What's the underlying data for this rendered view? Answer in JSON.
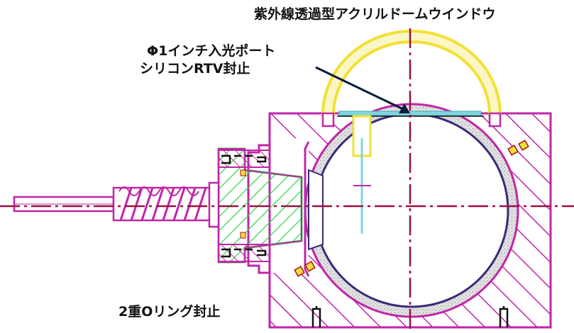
{
  "labels": {
    "dome_window": "紫外線透過型アクリルドームウインドウ",
    "port_line1": "Φ1インチ入光ポート",
    "port_line2": "シリコンRTV封止",
    "oring_seal": "2重Oリング封止"
  },
  "colors": {
    "housing": "#c026a8",
    "dome": "#f2e034",
    "window_glass": "#7fd6e0",
    "green_part": "#2fd94a",
    "centerline": "#9a1040",
    "arrow": "#0b1a3a",
    "sphere_fill": "#d9d9d9",
    "text": "#111111"
  }
}
